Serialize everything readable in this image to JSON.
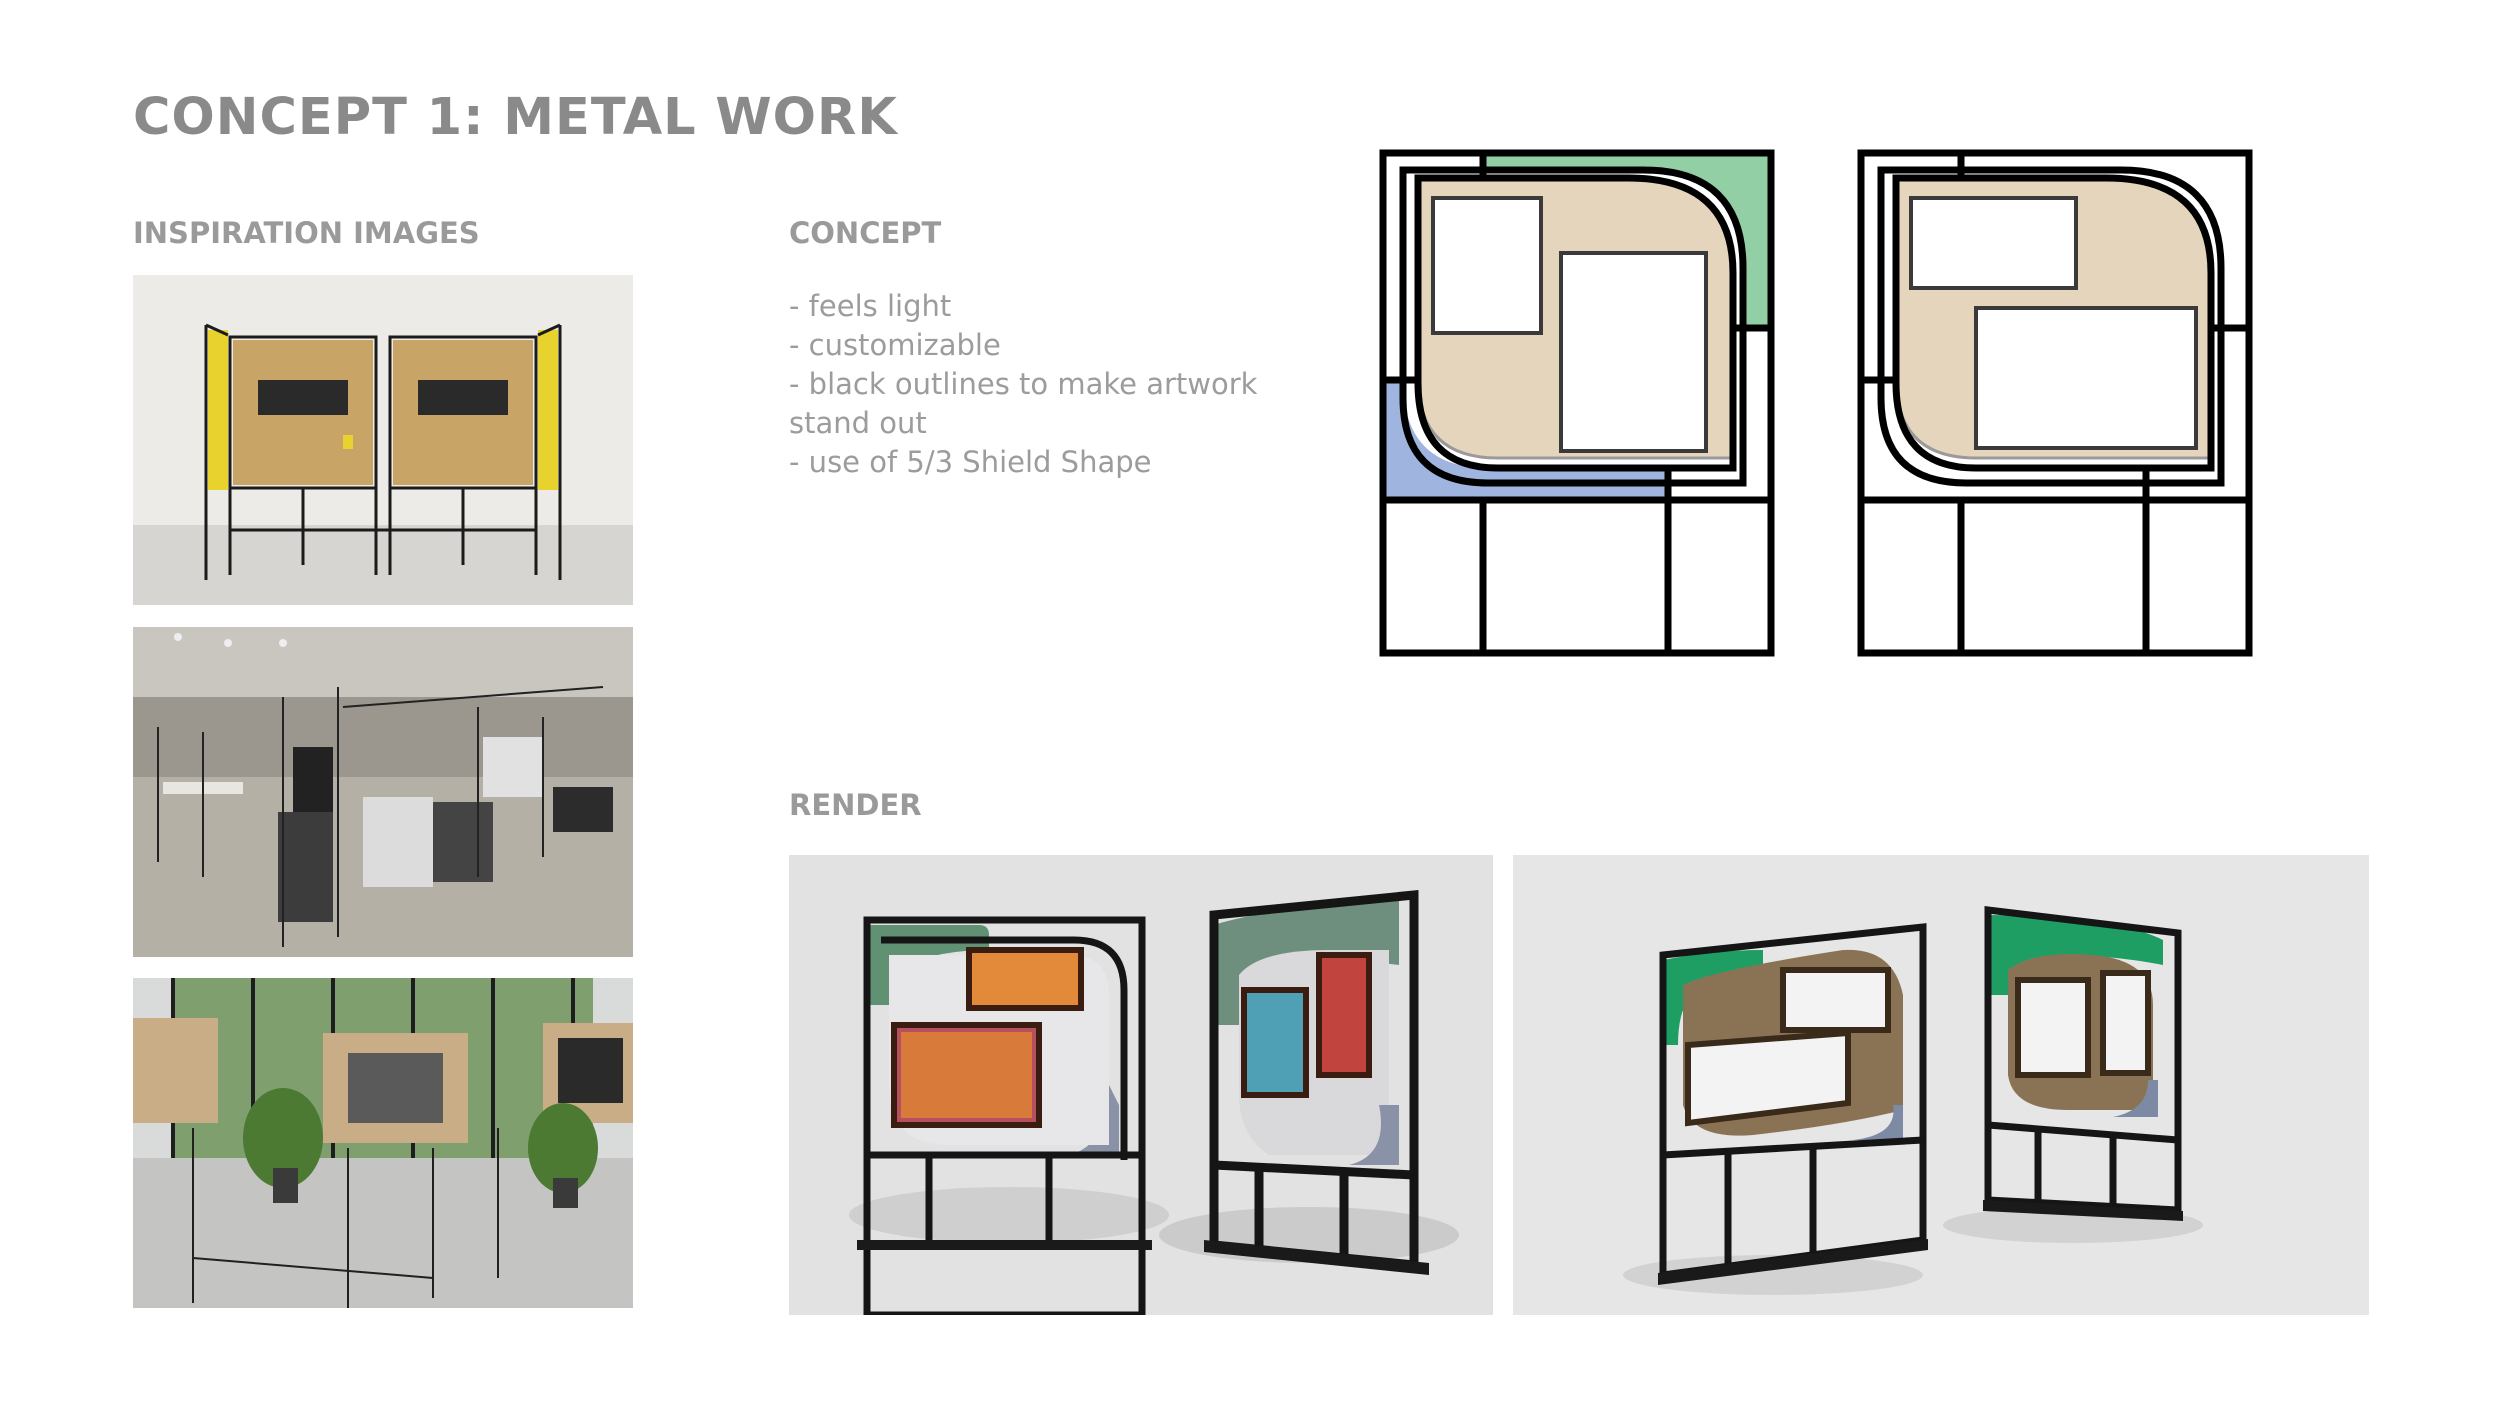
{
  "page": {
    "title": "CONCEPT 1: METAL WORK"
  },
  "inspiration": {
    "heading": "INSPIRATION IMAGES",
    "images": [
      {
        "name": "inspiration-photo-plywood-display-panels"
      },
      {
        "name": "inspiration-photo-gallery-metal-frames"
      },
      {
        "name": "inspiration-photo-hanging-frames-plants"
      }
    ]
  },
  "concept": {
    "heading": "CONCEPT",
    "points": [
      "- feels light",
      "- customizable",
      "- black outlines to make artwork stand out",
      "- use of 5/3 Shield Shape"
    ]
  },
  "diagrams": {
    "colors": {
      "frame": "#000000",
      "panel_fill": "#e6d5bd",
      "green_accent": "#93cfa4",
      "blue_accent": "#9fb4de"
    }
  },
  "render": {
    "heading": "RENDER",
    "colors": {
      "background": "#e2e2e2",
      "green": "#1f9e63",
      "board": "#8a7355"
    }
  }
}
